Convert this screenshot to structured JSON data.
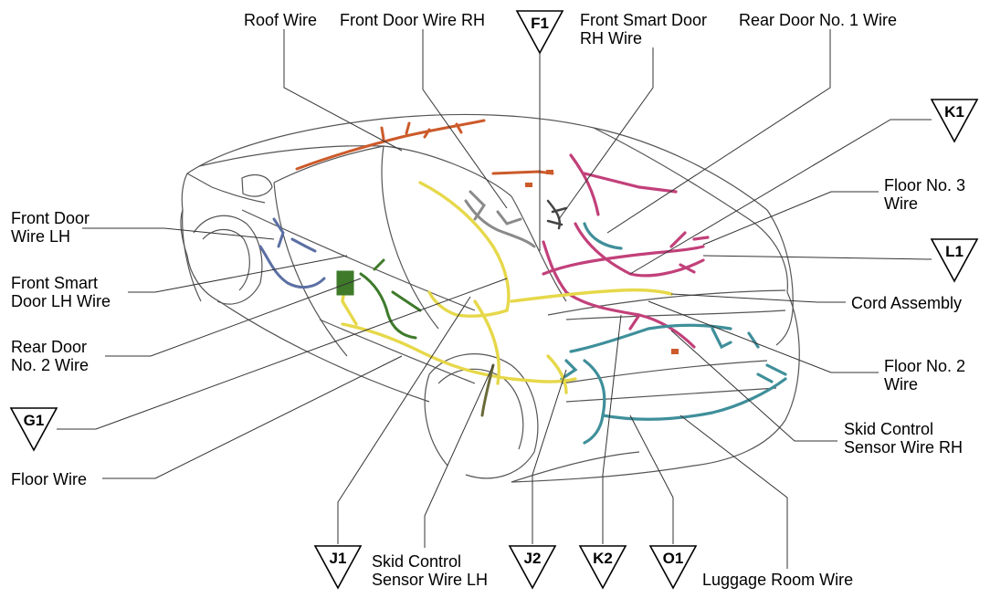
{
  "labels": {
    "roof_wire": "Roof Wire",
    "front_door_wire_rh": "Front Door Wire RH",
    "front_smart_door_rh_wire": [
      "Front Smart Door",
      "RH Wire"
    ],
    "rear_door_no1_wire": "Rear Door No. 1 Wire",
    "floor_no3_wire": [
      "Floor No. 3",
      "Wire"
    ],
    "cord_assembly": "Cord Assembly",
    "floor_no2_wire": [
      "Floor No. 2",
      "Wire"
    ],
    "skid_control_sensor_wire_rh": [
      "Skid Control",
      "Sensor Wire RH"
    ],
    "luggage_room_wire": "Luggage Room Wire",
    "skid_control_sensor_wire_lh": [
      "Skid Control",
      "Sensor Wire LH"
    ],
    "floor_wire": "Floor Wire",
    "front_door_wire_lh": [
      "Front Door",
      "Wire LH"
    ],
    "front_smart_door_lh_wire": [
      "Front Smart",
      "Door LH Wire"
    ],
    "rear_door_no2_wire": [
      "Rear Door",
      "No. 2 Wire"
    ]
  },
  "connectors": {
    "F1": "F1",
    "K1": "K1",
    "L1": "L1",
    "G1": "G1",
    "J1": "J1",
    "J2": "J2",
    "K2": "K2",
    "O1": "O1"
  },
  "colors": {
    "yellow_harness": "#e6d84a",
    "pink_harness": "#c2407a",
    "teal_harness": "#3f8f9a",
    "blue_harness": "#5b6fa3",
    "green_harness": "#3e7a2a",
    "orange_harness": "#cc5a2a",
    "gray_harness": "#8a8a8a",
    "olive_harness": "#6b6a3a",
    "car_outline": "#555555"
  }
}
